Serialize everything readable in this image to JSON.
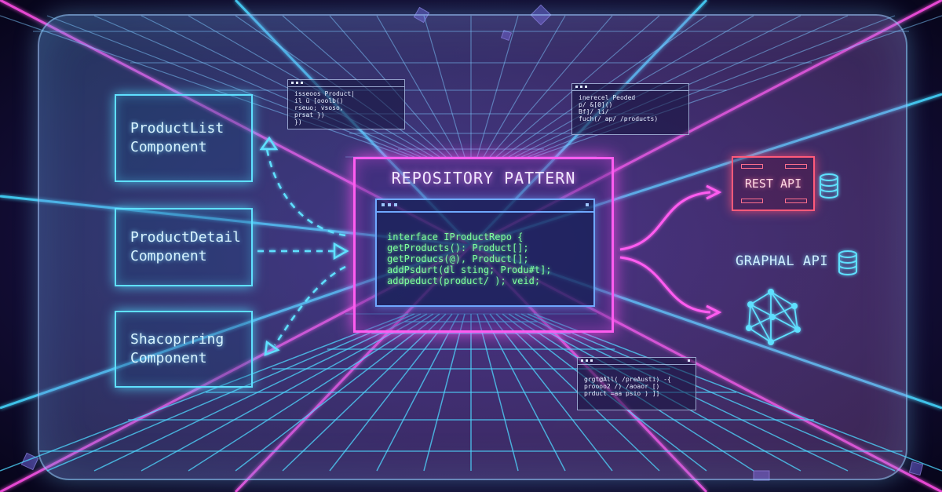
{
  "diagram": {
    "title": "REPOSITORY PATTERN",
    "components": [
      {
        "line1": "ProductList",
        "line2": "Component"
      },
      {
        "line1": "ProductDetail",
        "line2": "Component"
      },
      {
        "line1": "Shacoprring",
        "line2": "Component"
      }
    ],
    "code_lines": [
      "interface IProductRepo {",
      "getProducts(): Product[];",
      "getProducs(@), Product[];",
      "addPsdurt(dl sting; Produ#t];",
      "addpeduct(product/ ); veid;"
    ],
    "apis": {
      "rest": "REST API",
      "graphql": "GRAPHAL API"
    },
    "mini_windows": [
      {
        "lines": [
          "isseoos Product|",
          "il ü [ooolb()",
          "rseuo; vsoso,",
          "prsat })",
          "})"
        ]
      },
      {
        "lines": [
          "inerecel Peoded",
          "p/ &[0]()",
          "Bf]/ li/",
          "fuch(/ ap/ /products)"
        ]
      },
      {
        "lines": [
          "grgt@All( /preAusti) -{",
          "proooo2 /) /aoaor [)",
          "prduct =aa psio ) ]]"
        ]
      }
    ]
  },
  "colors": {
    "component": "#5fe0ff",
    "repository": "#ff5cf0",
    "code": "#7dff9c",
    "rest": "#ff5a7a",
    "graphql": "#6fe8ff"
  }
}
